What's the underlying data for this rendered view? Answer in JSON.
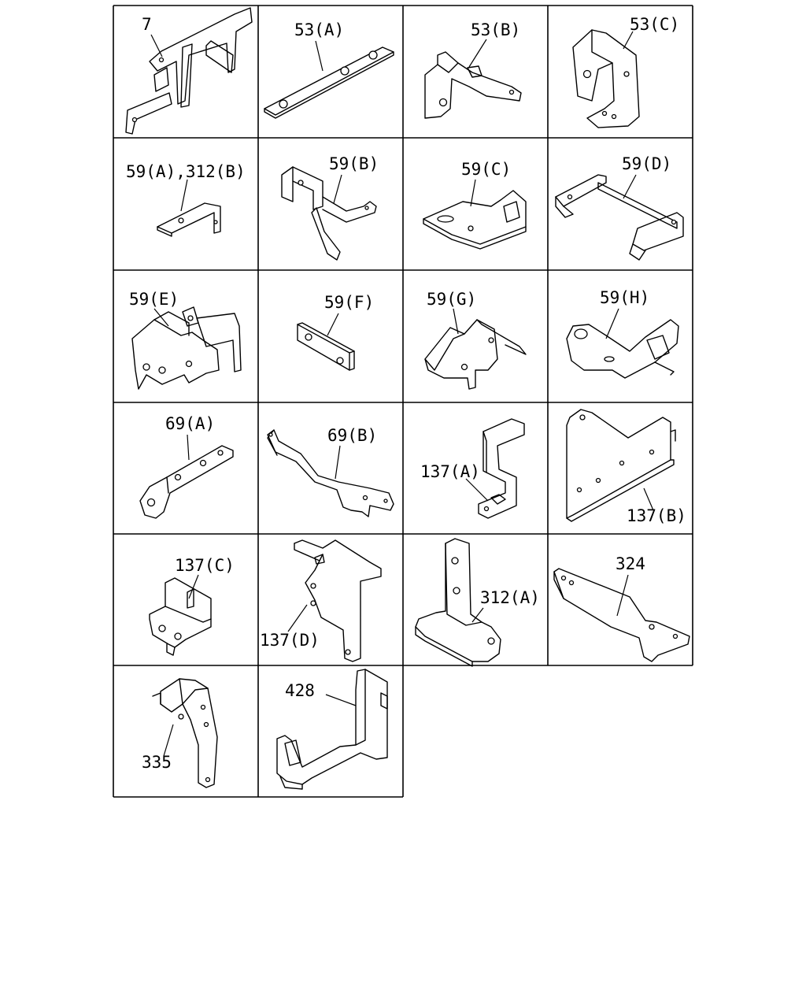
{
  "cells": [
    {
      "id": "7",
      "label": "7"
    },
    {
      "id": "53a",
      "label": "53(A)"
    },
    {
      "id": "53b",
      "label": "53(B)"
    },
    {
      "id": "53c",
      "label": "53(C)"
    },
    {
      "id": "59a",
      "label": "59(A),312(B)"
    },
    {
      "id": "59b",
      "label": "59(B)"
    },
    {
      "id": "59c",
      "label": "59(C)"
    },
    {
      "id": "59d",
      "label": "59(D)"
    },
    {
      "id": "59e",
      "label": "59(E)"
    },
    {
      "id": "59f",
      "label": "59(F)"
    },
    {
      "id": "59g",
      "label": "59(G)"
    },
    {
      "id": "59h",
      "label": "59(H)"
    },
    {
      "id": "69a",
      "label": "69(A)"
    },
    {
      "id": "69b",
      "label": "69(B)"
    },
    {
      "id": "137a",
      "label": "137(A)"
    },
    {
      "id": "137b",
      "label": "137(B)"
    },
    {
      "id": "137c",
      "label": "137(C)"
    },
    {
      "id": "137d",
      "label": "137(D)"
    },
    {
      "id": "312a",
      "label": "312(A)"
    },
    {
      "id": "324",
      "label": "324"
    },
    {
      "id": "335",
      "label": "335"
    },
    {
      "id": "428",
      "label": "428"
    }
  ]
}
